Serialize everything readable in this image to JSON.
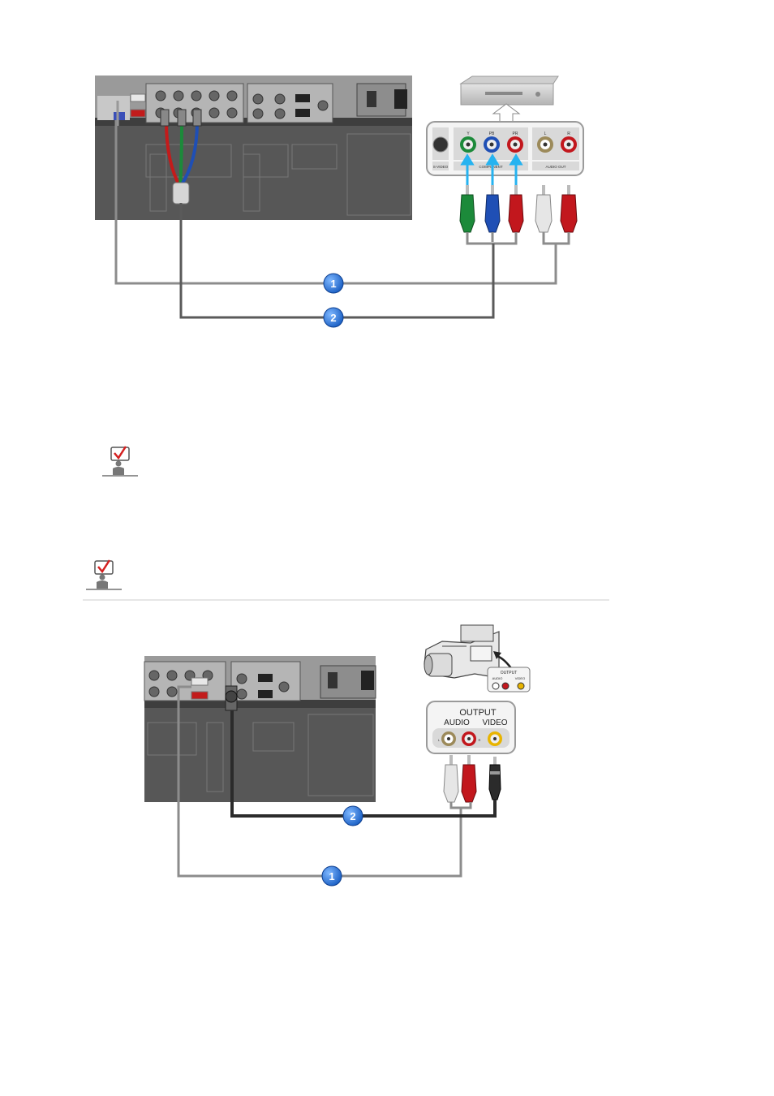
{
  "diagram1": {
    "panel_labels": {
      "svideo": "S-VIDEO",
      "component": "COMPONENT",
      "audio_out": "AUDIO OUT"
    },
    "jack_labels": {
      "y": "Y",
      "pb": "PB",
      "pr": "PR",
      "l": "L",
      "r": "R"
    },
    "markers": [
      "1",
      "2"
    ]
  },
  "diagram2": {
    "output_panel": {
      "title": "OUTPUT",
      "audio": "AUDIO",
      "video": "VIDEO",
      "l": "L",
      "r": "R"
    },
    "camcorder_panel": {
      "title": "OUTPUT",
      "audio": "AUDIO",
      "video": "VIDEO"
    },
    "markers": [
      "2",
      "1"
    ]
  },
  "colors": {
    "cable": "#8c8c8c",
    "cable_dark": "#2b2b2b",
    "marker_blue": "#1f6fd0",
    "arrow_blue": "#26b3f0",
    "jack_green": "#1c8a3a",
    "jack_blue": "#1f4fb5",
    "jack_red": "#c2171d",
    "jack_white": "#e6e6e6",
    "jack_yellow": "#e8b400"
  }
}
